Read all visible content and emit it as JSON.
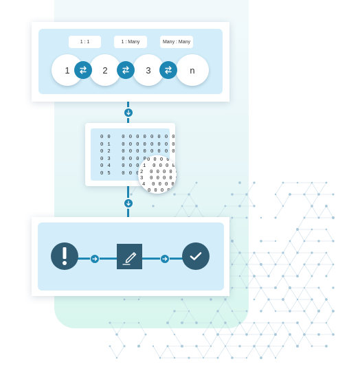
{
  "relationship_types": {
    "labels": [
      "1 : 1",
      "1 : Many",
      "Many : Many"
    ],
    "nodes": [
      "1",
      "2",
      "3",
      "n"
    ]
  },
  "matrix": {
    "rows": [
      "0 0   0 0 0 0 0 0 0 0",
      "0 1   0 0 0 0 0 0 0 0",
      "0 2   0 0 0 0 0 0 0 0",
      "0 3   0 0 0 0 0",
      "0 4   0 0 0 0",
      "0 5   0 0 0 0"
    ],
    "magnified_rows": [
      "0 0 0 0 0 0",
      "1  0 0 0 0 0 0",
      "2  0 0 0 0 0",
      "3  0 0 0 0 0",
      "4  0 0 0 0 0",
      "0 0 0 0 0"
    ]
  },
  "workflow": {
    "steps": [
      "alert-icon",
      "edit-icon",
      "check-icon"
    ]
  },
  "colors": {
    "accent": "#1e86b3",
    "dark": "#2f5c73",
    "panel": "#d3eefa"
  }
}
